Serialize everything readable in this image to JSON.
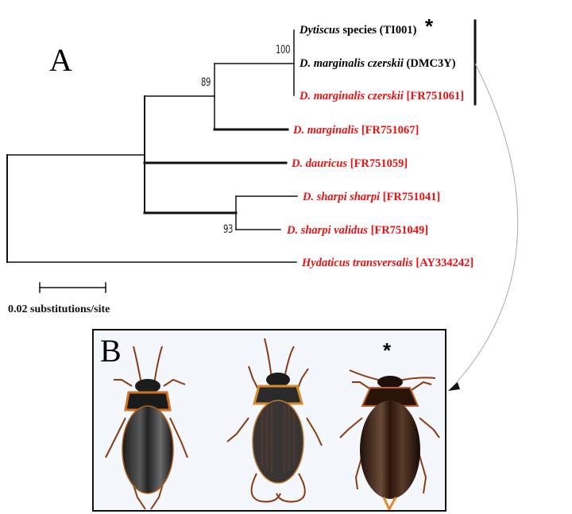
{
  "figure": {
    "panel_a_label": "A",
    "panel_b_label": "B",
    "scale_bar": {
      "label": "0.02 substitutions/site",
      "value": 0.02
    },
    "clade_marker_asterisk": "*",
    "photo_asterisk": "*",
    "colors": {
      "reference_sequence": "#ee1111",
      "new_sequence": "#000000",
      "photo_background": "#f4f8fc",
      "connector_curve": "#aaaaaa"
    }
  },
  "tree": {
    "taxa": [
      {
        "genus": "Dytiscus",
        "rest": " species (TI001)",
        "italic_part": "Dytiscus",
        "plain_part": " species (TI001)",
        "color": "black",
        "asterisk": true
      },
      {
        "italic_part": "D. marginalis czerskii",
        "plain_part": " (DMC3Y)",
        "color": "black"
      },
      {
        "italic_part": "D. marginalis czerskii",
        "plain_part": " [FR751061]",
        "color": "red"
      },
      {
        "italic_part": "D. marginalis",
        "plain_part": " [FR751067]",
        "color": "red"
      },
      {
        "italic_part": "D. dauricus",
        "plain_part": " [FR751059]",
        "color": "red"
      },
      {
        "italic_part": "D. sharpi sharpi",
        "plain_part": " [FR751041]",
        "color": "red"
      },
      {
        "italic_part": "D. sharpi validus",
        "plain_part": " [FR751049]",
        "color": "red"
      },
      {
        "italic_part": "Hydaticus transversalis",
        "plain_part": " [AY334242]",
        "color": "red"
      }
    ],
    "bootstrap_values": {
      "czerskii_clade": "100",
      "marginalis_clade": "89",
      "sharpi_clade": "93"
    }
  },
  "photos": [
    {
      "name": "beetle-1",
      "description": "black smooth dytiscid beetle, dorsal view"
    },
    {
      "name": "beetle-2",
      "description": "dytiscid beetle with grooved elytra, dorsal view"
    },
    {
      "name": "beetle-3",
      "description": "dark brown dytiscid beetle (TI001), dorsal view",
      "marked": true
    }
  ]
}
